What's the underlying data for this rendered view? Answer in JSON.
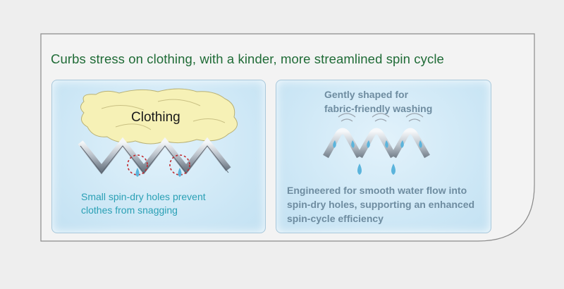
{
  "headline": "Curbs stress on clothing, with a kinder, more streamlined spin cycle",
  "left_panel": {
    "clothing_label": "Clothing",
    "caption_line1": "Small spin-dry holes prevent",
    "caption_line2": "clothes from snagging"
  },
  "right_panel": {
    "subtitle_line1": "Gently shaped for",
    "subtitle_line2": "fabric-friendly washing",
    "caption_line1": "Engineered for smooth water flow into",
    "caption_line2": "spin-dry holes, supporting an enhanced",
    "caption_line3": "spin-cycle efficiency"
  },
  "colors": {
    "headline": "#1f6b36",
    "left_caption": "#2aa0b5",
    "right_text": "#6e8ca0",
    "water": "#5bb4dc",
    "clothing": "#f6f1b6",
    "hole_ring": "#c0282d"
  }
}
